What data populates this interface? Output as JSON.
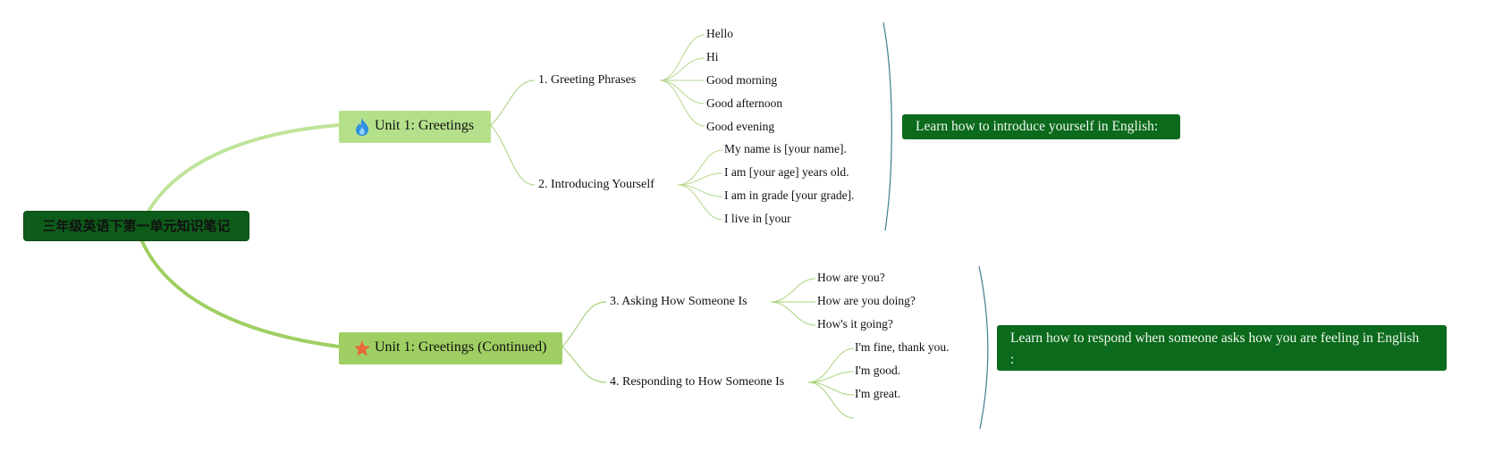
{
  "root": {
    "label": "三年级英语下第一单元知识笔记"
  },
  "branches": [
    {
      "label": "Unit 1: Greetings",
      "icon": "flame-icon",
      "color": "#b5e08b",
      "topics": [
        {
          "label": "1. Greeting Phrases",
          "items": [
            "Hello",
            "Hi",
            "Good morning",
            "Good afternoon",
            "Good evening"
          ]
        },
        {
          "label": "2. Introducing Yourself",
          "items": [
            "My name is [your name].",
            "I am [your age] years old.",
            "I am in grade [your grade].",
            "I live in [your"
          ]
        }
      ],
      "summary": "Learn how to introduce yourself in English:"
    },
    {
      "label": "Unit 1: Greetings (Continued)",
      "icon": "star-icon",
      "color": "#9fcf62",
      "topics": [
        {
          "label": "3. Asking How Someone Is",
          "items": [
            "How are you?",
            "How are you doing?",
            "How's it going?"
          ]
        },
        {
          "label": "4. Responding to How Someone Is",
          "items": [
            "I'm fine, thank you.",
            "I'm good.",
            "I'm great."
          ]
        }
      ],
      "summary": "Learn how to respond when someone asks how you are feeling in English\n:"
    }
  ],
  "colors": {
    "root": "#0e5c1a",
    "summary": "#0b6a1c",
    "link": "#9fcf62",
    "bracket": "#3f7f8f"
  }
}
